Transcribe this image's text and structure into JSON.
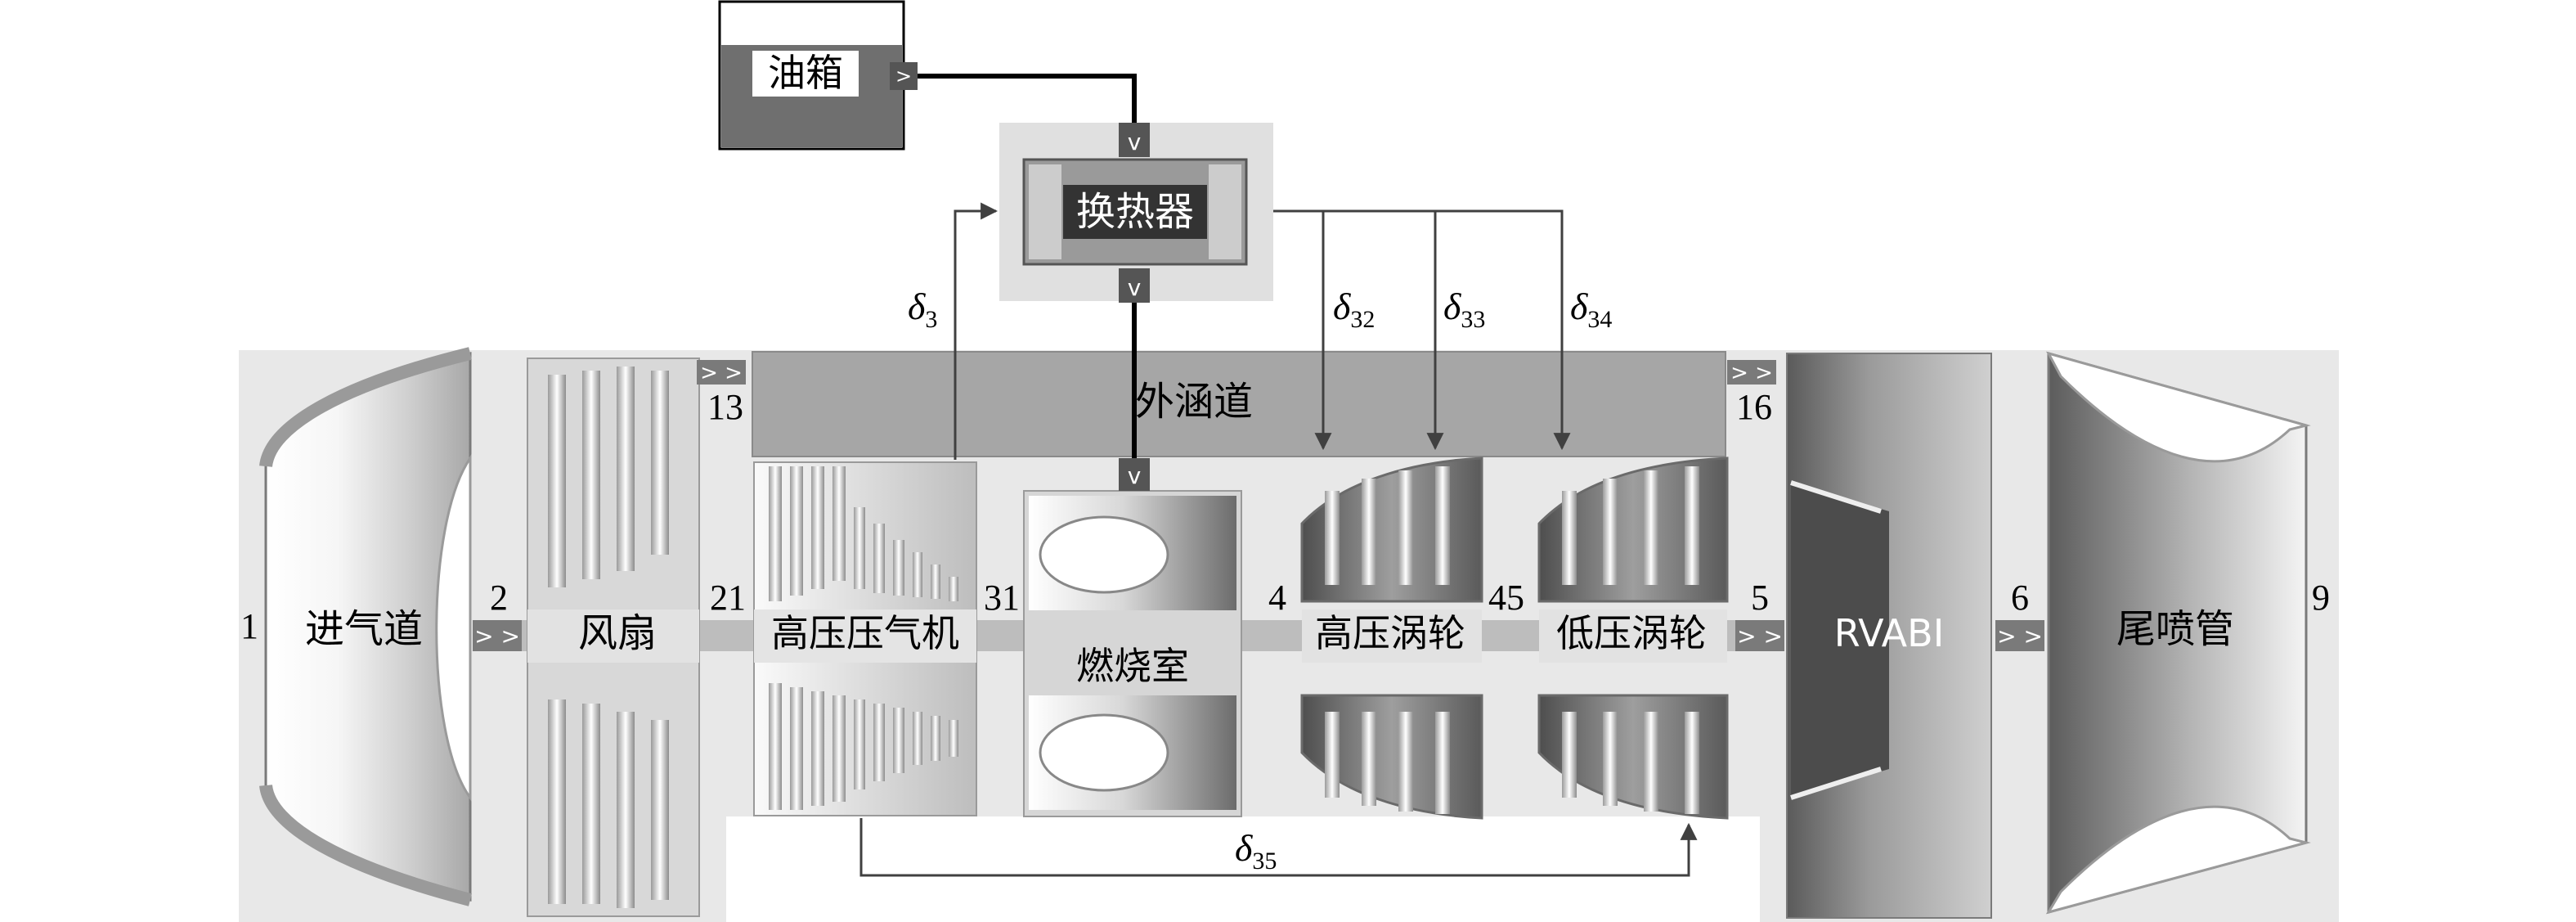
{
  "components": {
    "oil_tank": "油箱",
    "heat_exchanger": "换热器",
    "bypass_duct": "外涵道",
    "inlet": "进气道",
    "fan": "风扇",
    "hpc": "高压压气机",
    "combustor": "燃烧室",
    "hpt": "高压涡轮",
    "lpt": "低压涡轮",
    "rvabi": "RVABI",
    "nozzle": "尾喷管"
  },
  "stations": {
    "s1": "1",
    "s2": "2",
    "s13": "13",
    "s16": "16",
    "s21": "21",
    "s31": "31",
    "s4": "4",
    "s45": "45",
    "s5": "5",
    "s6": "6",
    "s9": "9"
  },
  "flow_labels": {
    "d3": {
      "symbol": "δ",
      "sub": "3"
    },
    "d32": {
      "symbol": "δ",
      "sub": "32"
    },
    "d33": {
      "symbol": "δ",
      "sub": "33"
    },
    "d34": {
      "symbol": "δ",
      "sub": "34"
    },
    "d35": {
      "symbol": "δ",
      "sub": "35"
    }
  },
  "colors": {
    "background_panel": "#e8e8e8",
    "bypass_duct": "#a6a6a6",
    "oil_tank_fill": "#6f6f6f",
    "connector": "#7a7a7a",
    "oil_line": "#000000",
    "bleed_line": "#404040"
  },
  "icons": {
    "port_out": "chevron-right-icon",
    "port_in": "chevron-down-icon"
  }
}
